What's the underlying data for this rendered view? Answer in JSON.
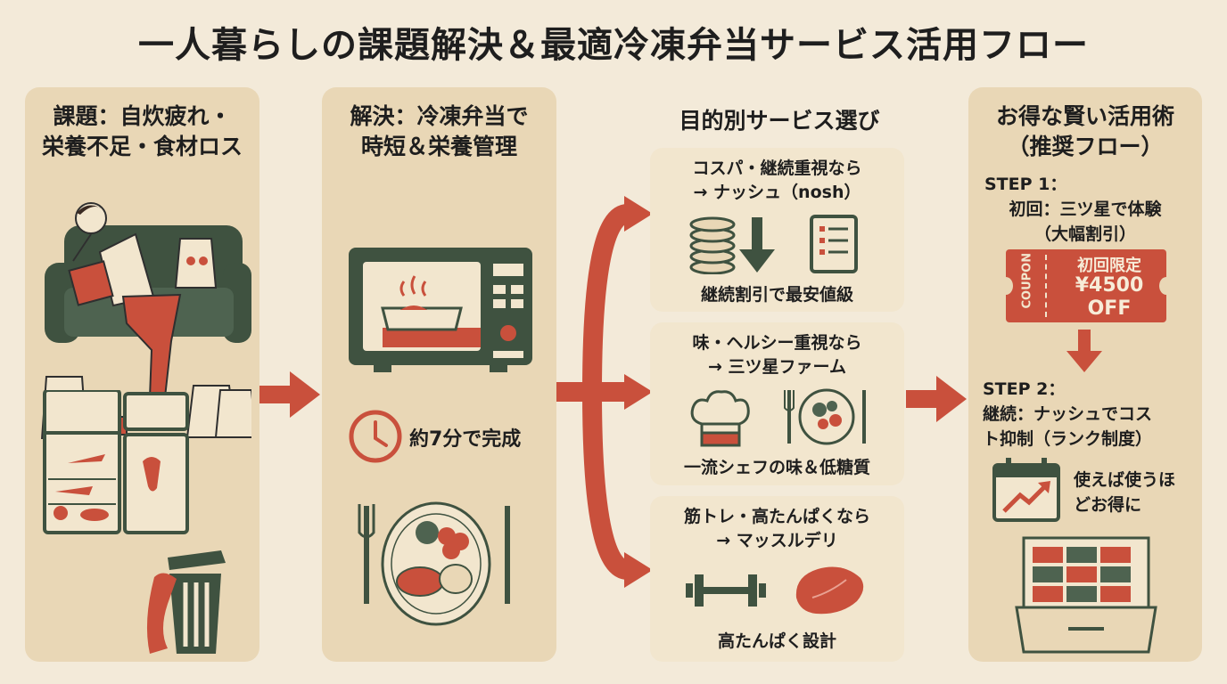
{
  "title": "一人暮らしの課題解決＆最適冷凍弁当サービス活用フロー",
  "col1": {
    "title_line1": "課題：自炊疲れ・",
    "title_line2": "栄養不足・食材ロス"
  },
  "col2": {
    "title_line1": "解決：冷凍弁当で",
    "title_line2": "時短＆栄養管理",
    "timer_text": "約7分で完成"
  },
  "col3": {
    "title": "目的別サービス選び",
    "boxes": [
      {
        "line1": "コスパ・継続重視なら",
        "line2": "→ ナッシュ（nosh）",
        "caption": "継続割引で最安値級"
      },
      {
        "line1": "味・ヘルシー重視なら",
        "line2": "→ 三ツ星ファーム",
        "caption": "一流シェフの味＆低糖質"
      },
      {
        "line1": "筋トレ・高たんぱくなら",
        "line2": "→ マッスルデリ",
        "caption": "高たんぱく設計"
      }
    ]
  },
  "col4": {
    "title_line1": "お得な賢い活用術",
    "title_line2": "（推奨フロー）",
    "step1_label": "STEP 1：",
    "step1_line1": "初回：三ツ星で体験",
    "step1_line2": "（大幅割引）",
    "coupon_side": "COUPON",
    "coupon_line1": "初回限定",
    "coupon_line2": "¥4500",
    "coupon_line3": "OFF",
    "step2_label": "STEP 2：",
    "step2_line1": "継続：ナッシュでコス",
    "step2_line2": "ト抑制（ランク制度）",
    "chart_line1": "使えば使うほ",
    "chart_line2": "どお得に"
  },
  "colors": {
    "background": "#f3ead9",
    "panel": "#e9d7b6",
    "subpanel": "#f2e6ce",
    "accent": "#c9503c",
    "dark_green": "#3f5240"
  }
}
